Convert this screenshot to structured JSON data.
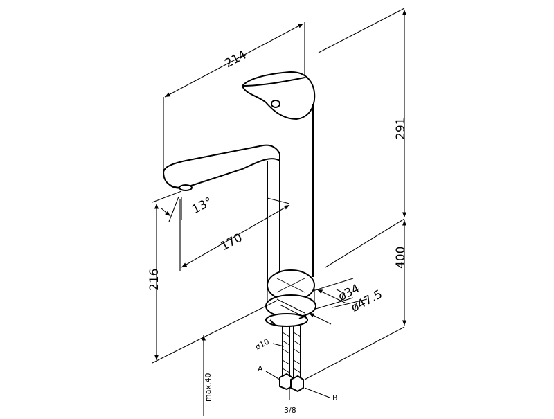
{
  "dimensions": {
    "width": "214",
    "height_total": "291",
    "spout_reach": "170",
    "spout_angle": "13°",
    "spout_height": "216",
    "base_height": "400",
    "diameter_body": "ø34",
    "diameter_base": "ø47.5",
    "hose_diameter": "ø10",
    "counter_max": "max.40",
    "thread": "3/8"
  },
  "callouts": {
    "a": "A",
    "b": "B"
  }
}
